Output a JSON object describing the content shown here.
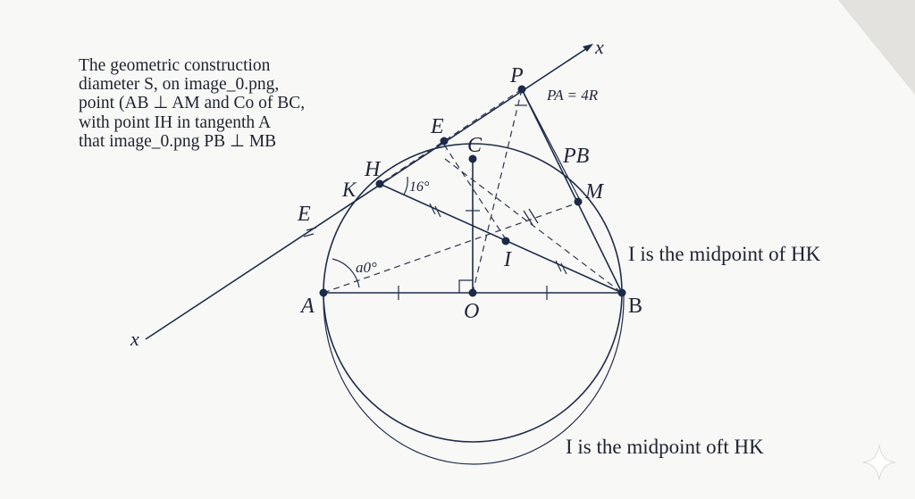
{
  "note": {
    "lines": [
      "The geometric construction",
      "diameter S, on image_0.png,",
      "point (AB ⊥ AM and Co of BC,",
      "with point IH in tangenth A",
      "that image_0.png PB ⊥ MB"
    ]
  },
  "labels": {
    "P": "P",
    "PA_eq": "PA = 4R",
    "E_top": "E",
    "C": "C",
    "PB": "PB",
    "H": "H",
    "K": "K",
    "angle_top": "16°",
    "M": "M",
    "E_left": "E",
    "angle_left": "a0°",
    "A": "A",
    "O": "O",
    "B": "B",
    "I": "I",
    "x_top": "x",
    "x_bottom": "x"
  },
  "captions": {
    "right": "I is the midpoint of HK",
    "bottom": "I is the midpoint oft HK"
  },
  "colors": {
    "ink": "#1f2c4a",
    "paper": "#f8f8f6",
    "background": "#ecebe8"
  },
  "icons": {
    "corner": "sparkle-icon"
  }
}
